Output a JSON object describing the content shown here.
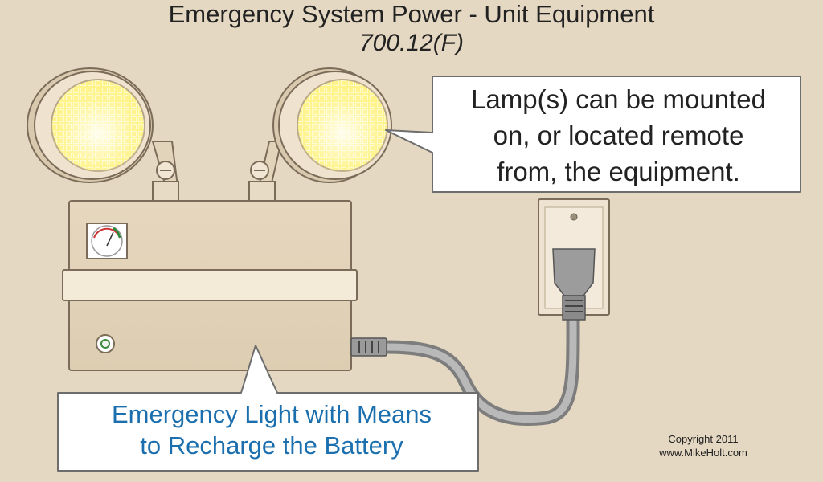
{
  "title": "Emergency System Power - Unit Equipment",
  "subtitle": "700.12(F)",
  "callouts": {
    "lamps": {
      "lines": [
        "Lamp(s) can be mounted",
        "on, or located remote",
        "from, the equipment."
      ]
    },
    "unit": {
      "lines": [
        "Emergency Light with Means",
        "to Recharge the Battery"
      ]
    }
  },
  "copyright": {
    "lines": [
      "Copyright 2011",
      "www.MikeHolt.com"
    ]
  },
  "colors": {
    "background": "#e5d8c2",
    "callout_text_blue": "#1b6fae",
    "lamp_lens": "#fff27a",
    "housing": "#e9dcc6"
  },
  "icons": [
    "lamp-head",
    "meter-gauge",
    "pilot-light",
    "wall-receptacle",
    "plug"
  ]
}
